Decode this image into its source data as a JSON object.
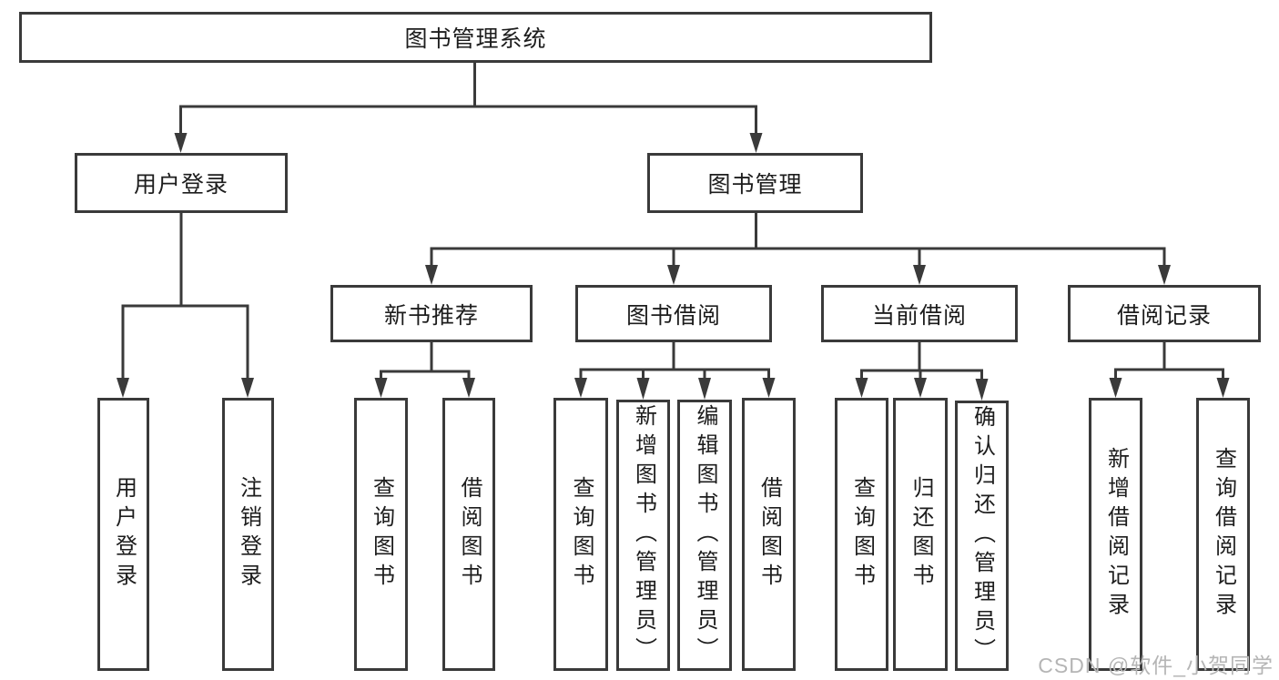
{
  "diagram": {
    "root": {
      "label": "图书管理系统"
    },
    "level2": [
      {
        "label": "用户登录"
      },
      {
        "label": "图书管理"
      }
    ],
    "level3": [
      {
        "label": "新书推荐"
      },
      {
        "label": "图书借阅"
      },
      {
        "label": "当前借阅"
      },
      {
        "label": "借阅记录"
      }
    ],
    "leaves": {
      "user_login": [
        "用户登录",
        "注销登录"
      ],
      "new_book_recommend": [
        "查询图书",
        "借阅图书"
      ],
      "book_borrow": [
        "查询图书",
        "新增图书（管理员）",
        "编辑图书（管理员）",
        "借阅图书"
      ],
      "current_borrow": [
        "查询图书",
        "归还图书",
        "确认归还（管理员）"
      ],
      "borrow_record": [
        "新增借阅记录",
        "查询借阅记录"
      ]
    },
    "watermark": "CSDN @软件_小贺同学",
    "colors": {
      "line": "#3a3a3a",
      "text": "#1d1d1d",
      "watermark": "#b5b5b5",
      "background": "#ffffff"
    }
  }
}
